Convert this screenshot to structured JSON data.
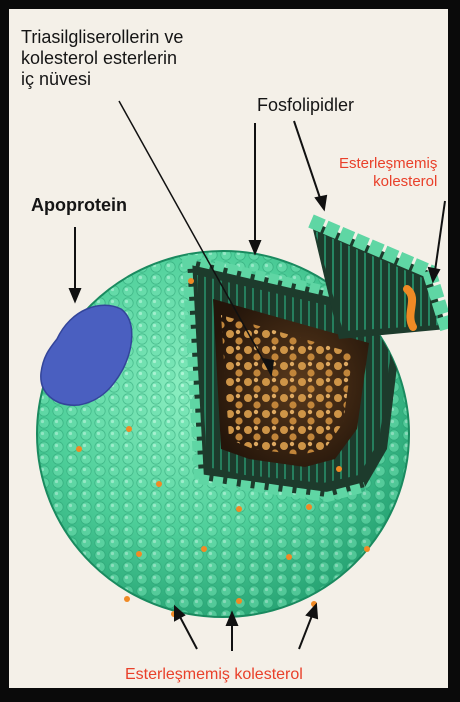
{
  "labels": {
    "core_line1": "Triasilgliserollerin ve",
    "core_line2": "kolesterol esterlerin",
    "core_line3": "iç nüvesi",
    "phospholipids": "Fosfolipidler",
    "apoprotein": "Apoprotein",
    "unesterified_line1": "Esterleşmemiş",
    "unesterified_line2": "kolesterol",
    "unesterified_bottom": "Esterleşmemiş kolesterol"
  },
  "colors": {
    "sphere": "#4ecf9a",
    "sphere_dark": "#1f9b6c",
    "apoprotein": "#4a5fc0",
    "core": "#4a2f17",
    "core_droplets": "#d59a4a",
    "cholesterol": "#f08a25",
    "label_text": "#151515",
    "accent_label": "#e9402a"
  }
}
